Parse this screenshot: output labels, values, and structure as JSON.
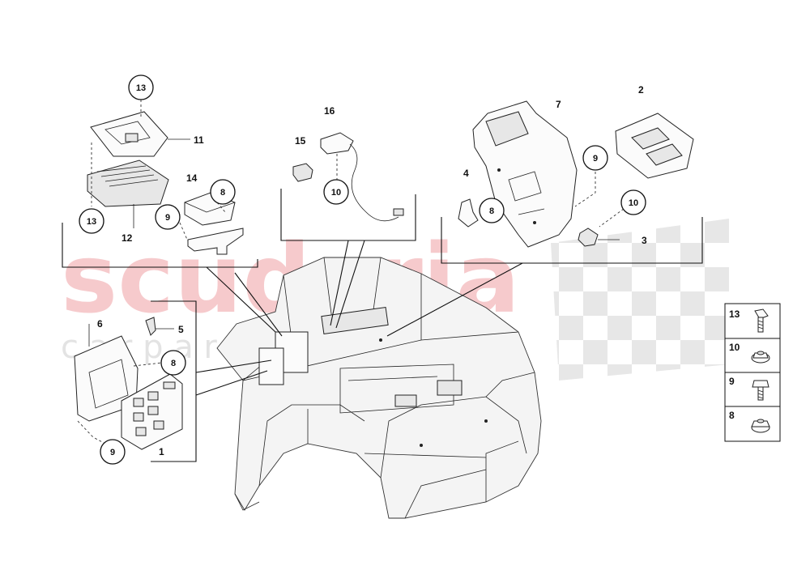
{
  "watermark": {
    "brand": "scuderia",
    "sub": "c a r   p a r t s"
  },
  "callouts": {
    "n1": "1",
    "n2": "2",
    "n3": "3",
    "n4": "4",
    "n5": "5",
    "n6": "6",
    "n7": "7",
    "n11": "11",
    "n12": "12",
    "n14": "14",
    "n15": "15",
    "n16": "16"
  },
  "circles": {
    "c13a": "13",
    "c13b": "13",
    "c8a": "8",
    "c9a": "9",
    "c10a": "10",
    "c9b": "9",
    "c10b": "10",
    "c8b": "8",
    "c8c": "8",
    "c9c": "9"
  },
  "hardware_legend": [
    {
      "label": "13",
      "icon": "bolt-with-washer-icon"
    },
    {
      "label": "10",
      "icon": "flange-nut-icon"
    },
    {
      "label": "9",
      "icon": "flange-bolt-icon"
    },
    {
      "label": "8",
      "icon": "hex-nut-icon"
    }
  ]
}
